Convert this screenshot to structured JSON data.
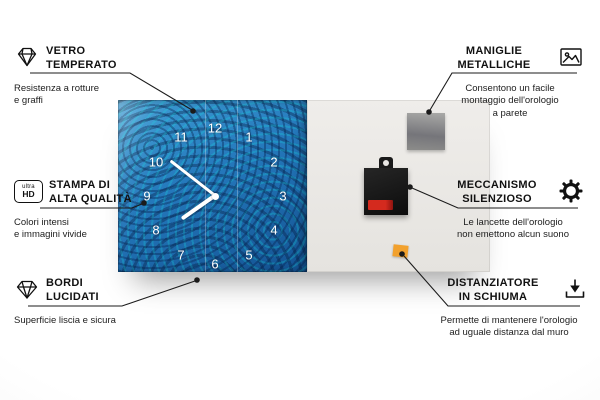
{
  "colors": {
    "connector_line": "#1b1b1b",
    "clock_face_blue": "#2478bb",
    "foam_spacer_orange": "#f2a12d",
    "battery_red": "#d42a1e"
  },
  "product": {
    "clock_front": {
      "numbers": [
        "12",
        "1",
        "2",
        "3",
        "4",
        "5",
        "6",
        "7",
        "8",
        "9",
        "10",
        "11"
      ],
      "time_shown": "7:50"
    }
  },
  "callouts": {
    "left": [
      {
        "icon": "diamond-icon",
        "title": "VETRO\nTEMPERATO",
        "desc": "Resistenza a rotture\ne graffi"
      },
      {
        "icon": "ultra-hd-icon",
        "icon_text_top": "ultra",
        "icon_text_bottom": "HD",
        "title": "STAMPA DI\nALTA QUALITÀ",
        "desc": "Colori intensi\ne immagini vivide"
      },
      {
        "icon": "gem-icon",
        "title": "BORDI\nLUCIDATI",
        "desc": "Superficie liscia e sicura"
      }
    ],
    "right": [
      {
        "icon": "picture-frame-icon",
        "title": "MANIGLIE\nMETALLICHE",
        "desc": "Consentono un facile\nmontaggio dell'orologio\na parete"
      },
      {
        "icon": "gear-icon",
        "title": "MECCANISMO\nSILENZIOSO",
        "desc": "Le lancette dell'orologio\nnon emettono alcun suono"
      },
      {
        "icon": "down-arrow-icon",
        "title": "DISTANZIATORE\nIN SCHIUMA",
        "desc": "Permette di mantenere l'orologio\nad uguale distanza dal muro"
      }
    ]
  }
}
